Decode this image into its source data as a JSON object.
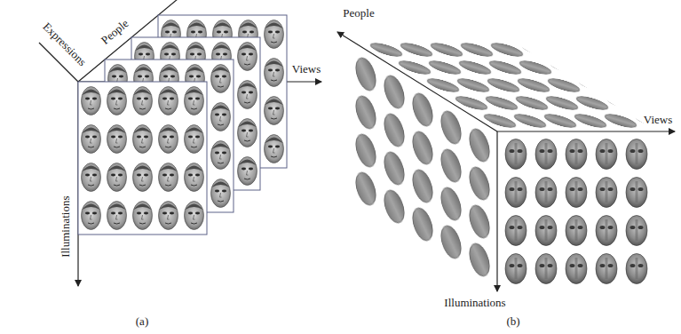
{
  "diagram": {
    "labels": [
      "Expressions",
      "People",
      "Views",
      "Illuminations",
      "(a)",
      "People",
      "Views",
      "Illuminations",
      "(b)"
    ]
  }
}
